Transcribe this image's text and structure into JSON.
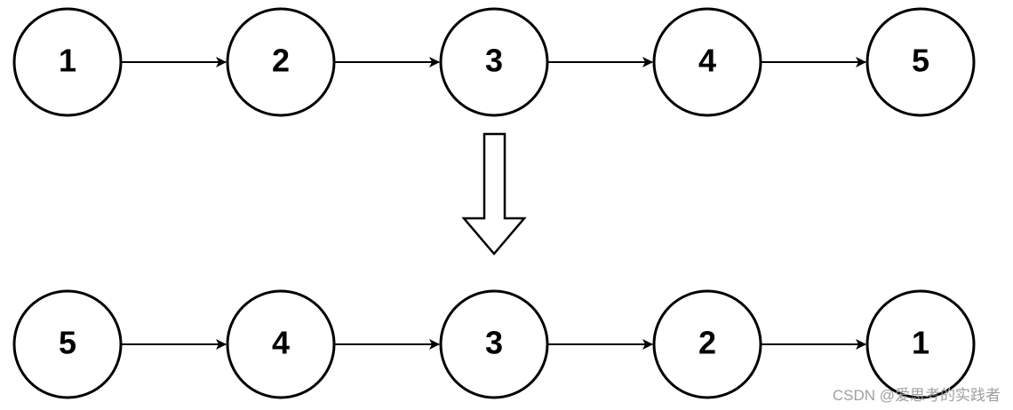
{
  "diagram": {
    "before": {
      "nodes": [
        "1",
        "2",
        "3",
        "4",
        "5"
      ]
    },
    "after": {
      "nodes": [
        "5",
        "4",
        "3",
        "2",
        "1"
      ]
    },
    "transform_arrow_icon": "hollow-down-arrow-icon",
    "colors": {
      "stroke": "#000000",
      "fill": "#ffffff"
    }
  },
  "watermark": {
    "text": "CSDN @爱思考的实践者"
  }
}
